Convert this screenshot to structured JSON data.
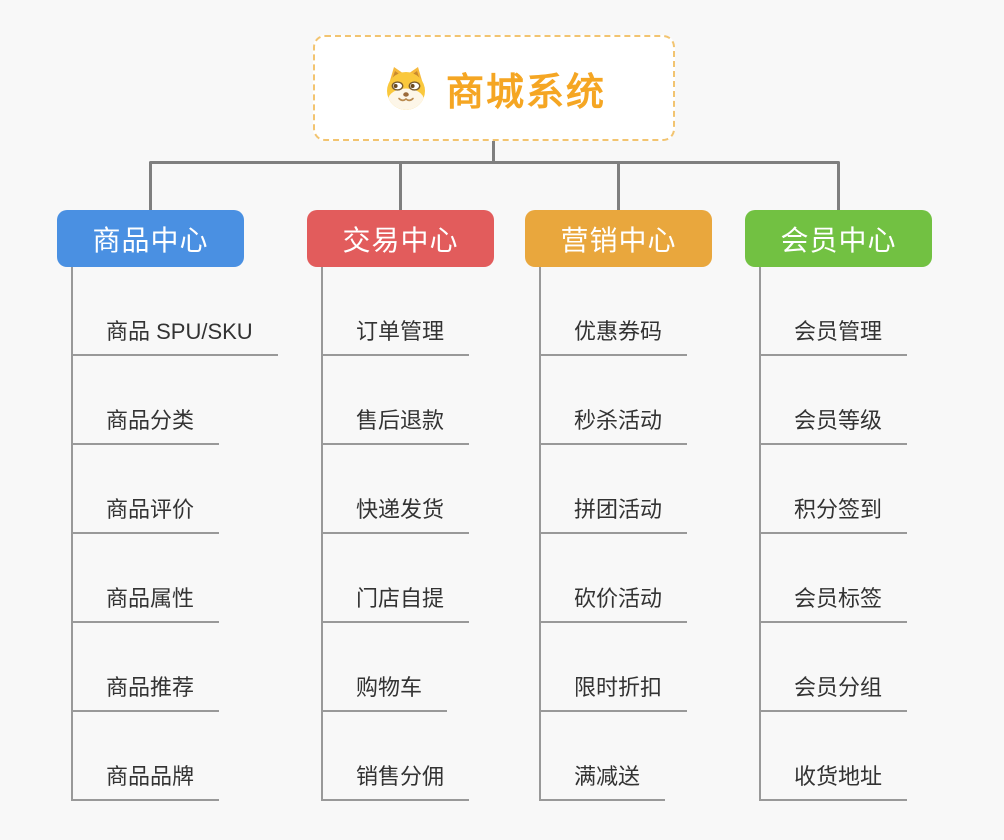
{
  "root": {
    "title": "商城系统",
    "icon": "shiba-dog-icon",
    "accent_color": "#f5a623",
    "border_color": "#f2c470"
  },
  "connector_color": "#7f7f7f",
  "sub_connector_color": "#999999",
  "background_color": "#f8f8f8",
  "branches": [
    {
      "label": "商品中心",
      "color": "#4a90e2",
      "children": [
        "商品 SPU/SKU",
        "商品分类",
        "商品评价",
        "商品属性",
        "商品推荐",
        "商品品牌"
      ]
    },
    {
      "label": "交易中心",
      "color": "#e25c5c",
      "children": [
        "订单管理",
        "售后退款",
        "快递发货",
        "门店自提",
        "购物车",
        "销售分佣"
      ]
    },
    {
      "label": "营销中心",
      "color": "#e9a73d",
      "children": [
        "优惠券码",
        "秒杀活动",
        "拼团活动",
        "砍价活动",
        "限时折扣",
        "满减送"
      ]
    },
    {
      "label": "会员中心",
      "color": "#72c142",
      "children": [
        "会员管理",
        "会员等级",
        "积分签到",
        "会员标签",
        "会员分组",
        "收货地址"
      ]
    }
  ]
}
